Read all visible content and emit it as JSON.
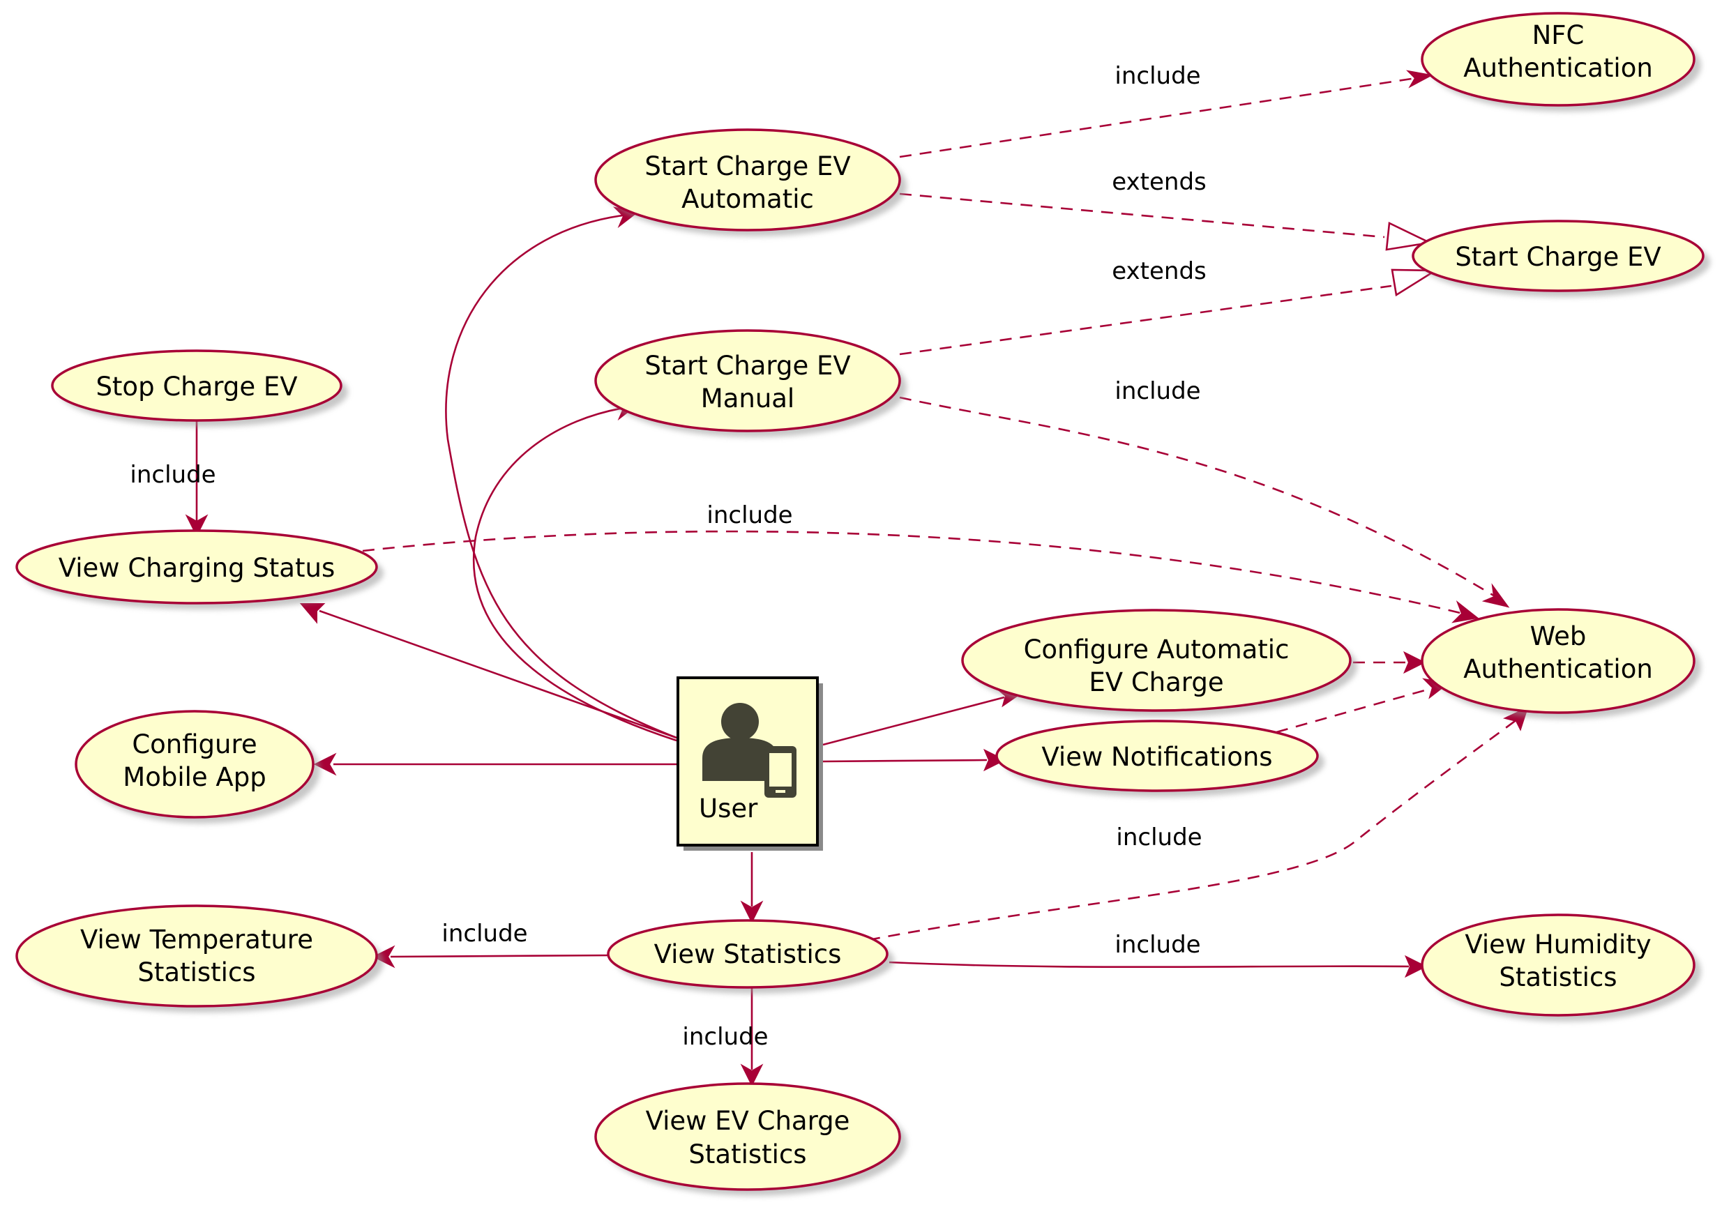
{
  "actor": {
    "label": "User",
    "icon": "user-mobile-icon"
  },
  "use_cases": {
    "nfc_auth": [
      "NFC",
      "Authentication"
    ],
    "start_auto": [
      "Start Charge EV",
      "Automatic"
    ],
    "start_ev": [
      "Start Charge EV"
    ],
    "start_manual": [
      "Start Charge EV",
      "Manual"
    ],
    "stop_ev": [
      "Stop Charge EV"
    ],
    "view_status": [
      "View Charging Status"
    ],
    "configure_auto": [
      "Configure Automatic",
      "EV Charge"
    ],
    "web_auth": [
      "Web",
      "Authentication"
    ],
    "configure_app": [
      "Configure",
      "Mobile App"
    ],
    "view_notifications": [
      "View Notifications"
    ],
    "view_temp": [
      "View Temperature",
      "Statistics"
    ],
    "view_stats": [
      "View Statistics"
    ],
    "view_humidity": [
      "View Humidity",
      "Statistics"
    ],
    "view_ev_stats": [
      "View EV Charge",
      "Statistics"
    ]
  },
  "edge_labels": {
    "auto_nfc": "include",
    "auto_extends": "extends",
    "manual_extends": "extends",
    "manual_web": "include",
    "stop_status": "include",
    "status_web": "include",
    "stats_web": "include",
    "stats_temp": "include",
    "stats_humidity": "include",
    "stats_ev": "include"
  },
  "colors": {
    "use_case_fill": "#FEFECE",
    "line": "#A80036",
    "actor_icon": "#434335"
  }
}
